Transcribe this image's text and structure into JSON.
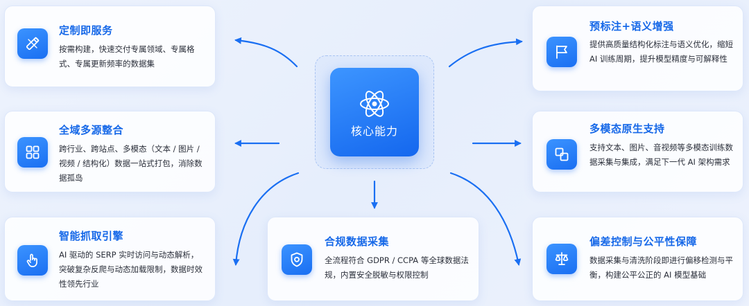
{
  "core": {
    "label": "核心能力",
    "icon": "atom-icon"
  },
  "cards": {
    "custom": {
      "title": "定制即服务",
      "desc": "按需构建，快速交付专属领域、专属格式、专属更新频率的数据集",
      "icon": "tools-icon"
    },
    "multisource": {
      "title": "全域多源整合",
      "desc": "跨行业、跨站点、多模态（文本 / 图片 / 视频 / 结构化）数据一站式打包，消除数据孤岛",
      "icon": "grid-icon"
    },
    "crawl": {
      "title": "智能抓取引擎",
      "desc": "AI 驱动的 SERP 实时访问与动态解析，突破复杂反爬与动态加载限制，数据时效性领先行业",
      "icon": "hand-pointer-icon"
    },
    "compliance": {
      "title": "合规数据采集",
      "desc": "全流程符合 GDPR / CCPA 等全球数据法规，内置安全脱敏与权限控制",
      "icon": "shield-icon"
    },
    "annotation": {
      "title": "预标注+语义增强",
      "desc": "提供高质量结构化标注与语义优化，缩短 AI 训练周期，提升模型精度与可解释性",
      "icon": "flag-icon"
    },
    "multimodal": {
      "title": "多模态原生支持",
      "desc": "支持文本、图片、音视频等多模态训练数据采集与集成，满足下一代 AI 架构需求",
      "icon": "overlap-squares-icon"
    },
    "fairness": {
      "title": "偏差控制与公平性保障",
      "desc": "数据采集与清洗阶段即进行偏移检测与平衡，构建公平公正的 AI 模型基础",
      "icon": "scale-icon"
    }
  }
}
